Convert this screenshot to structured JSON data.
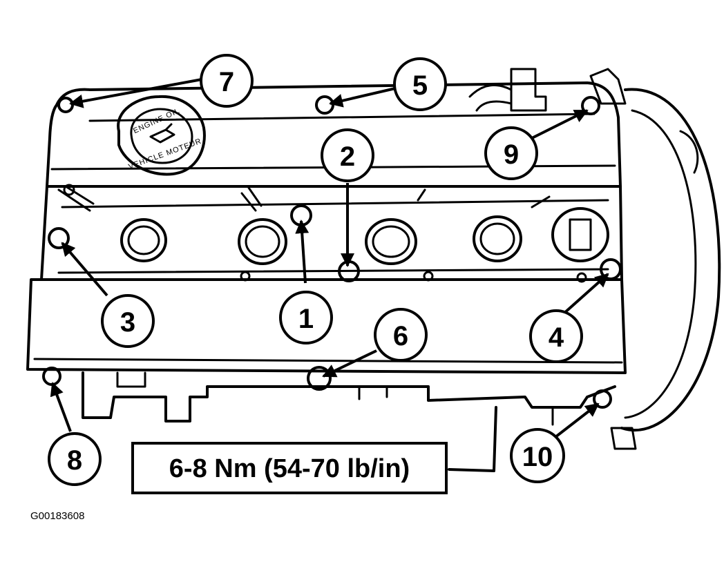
{
  "diagram": {
    "callouts": [
      {
        "id": "1",
        "label": "1"
      },
      {
        "id": "2",
        "label": "2"
      },
      {
        "id": "3",
        "label": "3"
      },
      {
        "id": "4",
        "label": "4"
      },
      {
        "id": "5",
        "label": "5"
      },
      {
        "id": "6",
        "label": "6"
      },
      {
        "id": "7",
        "label": "7"
      },
      {
        "id": "8",
        "label": "8"
      },
      {
        "id": "9",
        "label": "9"
      },
      {
        "id": "10",
        "label": "10"
      }
    ],
    "torque_spec": "6-8 Nm (54-70 lb/in)",
    "cap_text_top": "ENGINE OIL",
    "cap_text_bottom": "VEHICLE MOTEUR",
    "figure_id": "G00183608",
    "colors": {
      "ink": "#000000",
      "paper": "#ffffff"
    }
  }
}
